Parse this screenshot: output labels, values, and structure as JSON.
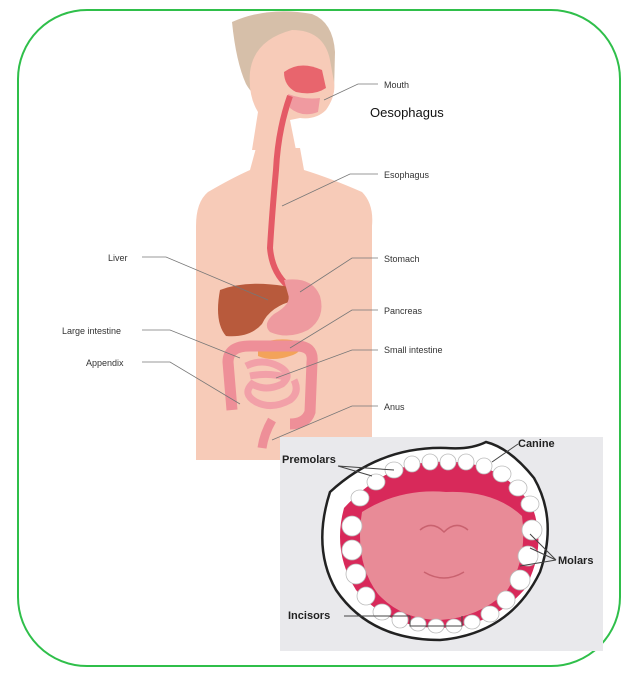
{
  "digestive_labels": {
    "mouth": "Mouth",
    "oesophagus": "Oesophagus",
    "esophagus": "Esophagus",
    "liver": "Liver",
    "stomach": "Stomach",
    "pancreas": "Pancreas",
    "large_intestine": "Large intestine",
    "small_intestine": "Small intestine",
    "appendix": "Appendix",
    "anus": "Anus"
  },
  "teeth_labels": {
    "premolars": "Premolars",
    "canine": "Canine",
    "molars": "Molars",
    "incisors": "Incisors"
  },
  "colors": {
    "frame": "#2fbf4a",
    "skin": "#f7cbb8",
    "hair": "#d6bfa9",
    "liver": "#b85a3c",
    "stomach": "#ee9a9f",
    "pancreas": "#f3a35a",
    "intestine": "#f2a0a8",
    "gum": "#d8295a",
    "tongue": "#e88b97"
  }
}
